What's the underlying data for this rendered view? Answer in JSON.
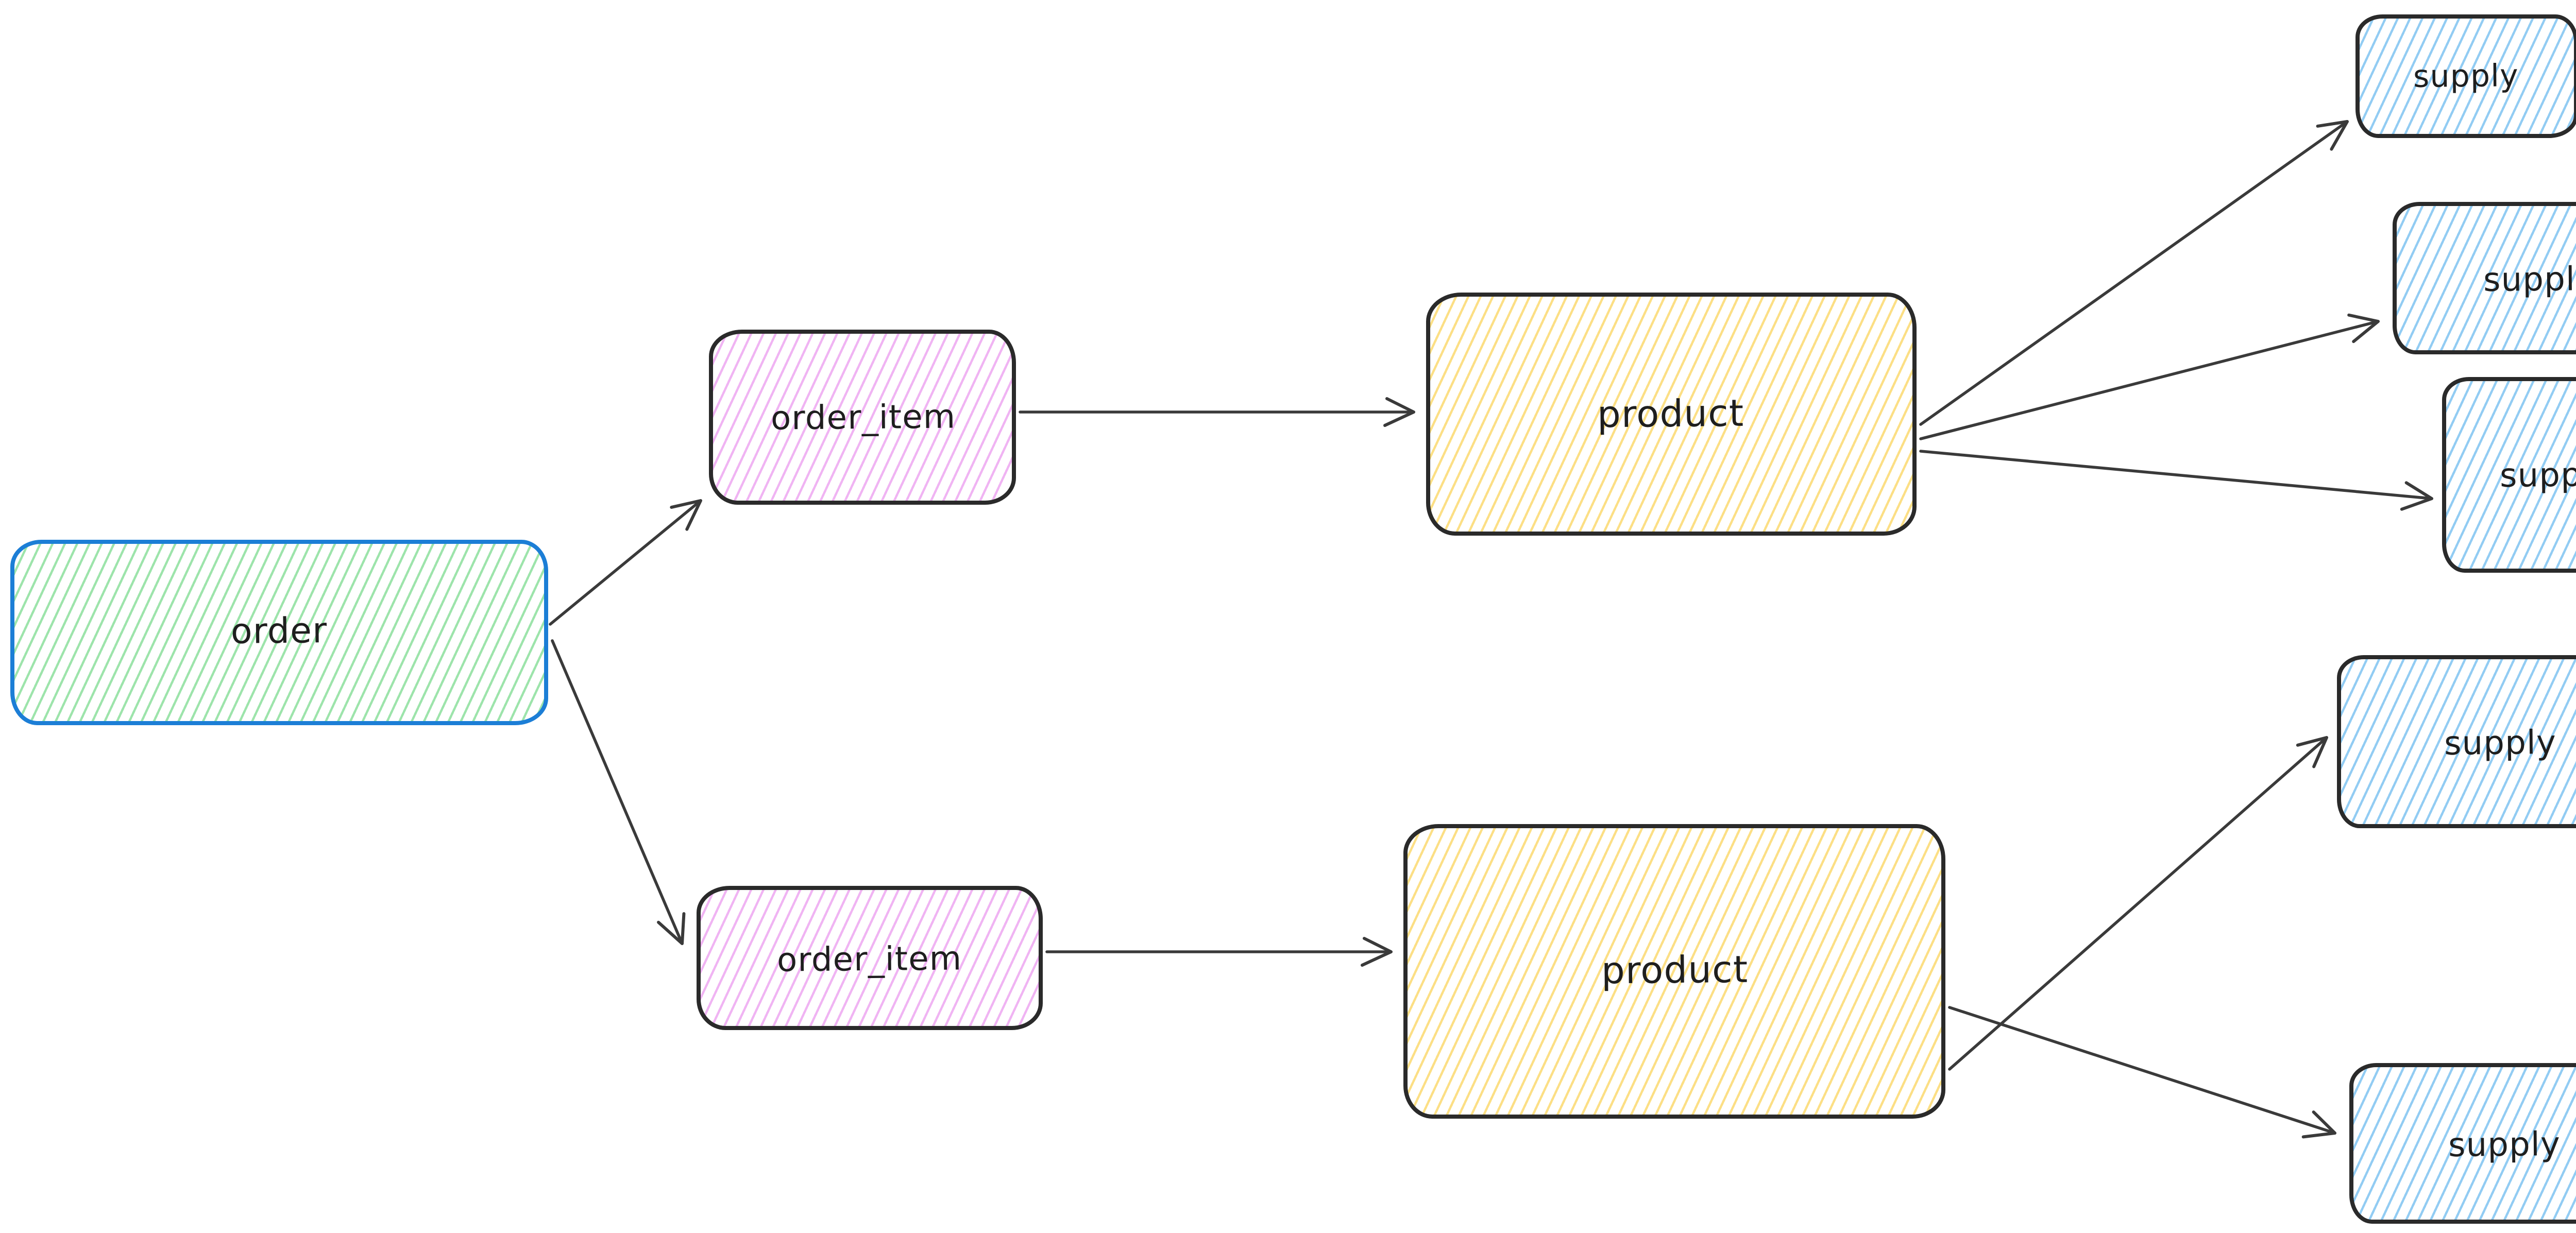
{
  "diagram": {
    "background": "#ffffff",
    "arrow_color": "#3a3a3a",
    "nodes": [
      {
        "id": "order",
        "label": "order",
        "fill": "#b2f2bb",
        "stroke": "#1c7ed6"
      },
      {
        "id": "order_item_top",
        "label": "order_item",
        "fill": "#eebefa",
        "stroke": "#1e1e1e"
      },
      {
        "id": "order_item_bottom",
        "label": "order_item",
        "fill": "#eebefa",
        "stroke": "#1e1e1e"
      },
      {
        "id": "product_top",
        "label": "product",
        "fill": "#ffec99",
        "stroke": "#1e1e1e"
      },
      {
        "id": "product_bottom",
        "label": "product",
        "fill": "#ffec99",
        "stroke": "#1e1e1e"
      },
      {
        "id": "supply_1",
        "label": "supply",
        "fill": "#a5d8ff",
        "stroke": "#1e1e1e"
      },
      {
        "id": "supply_2",
        "label": "supply",
        "fill": "#a5d8ff",
        "stroke": "#1e1e1e"
      },
      {
        "id": "supply_3",
        "label": "supply",
        "fill": "#a5d8ff",
        "stroke": "#1e1e1e"
      },
      {
        "id": "supply_4",
        "label": "supply",
        "fill": "#a5d8ff",
        "stroke": "#1e1e1e"
      },
      {
        "id": "supply_5",
        "label": "supply",
        "fill": "#a5d8ff",
        "stroke": "#1e1e1e"
      }
    ],
    "edges": [
      {
        "from": "order",
        "to": "order_item_top"
      },
      {
        "from": "order",
        "to": "order_item_bottom"
      },
      {
        "from": "order_item_top",
        "to": "product_top"
      },
      {
        "from": "product_top",
        "to": "supply_1"
      },
      {
        "from": "product_top",
        "to": "supply_2"
      },
      {
        "from": "product_top",
        "to": "supply_3"
      },
      {
        "from": "order_item_bottom",
        "to": "product_bottom"
      },
      {
        "from": "product_bottom",
        "to": "supply_4"
      },
      {
        "from": "product_bottom",
        "to": "supply_5"
      }
    ]
  }
}
